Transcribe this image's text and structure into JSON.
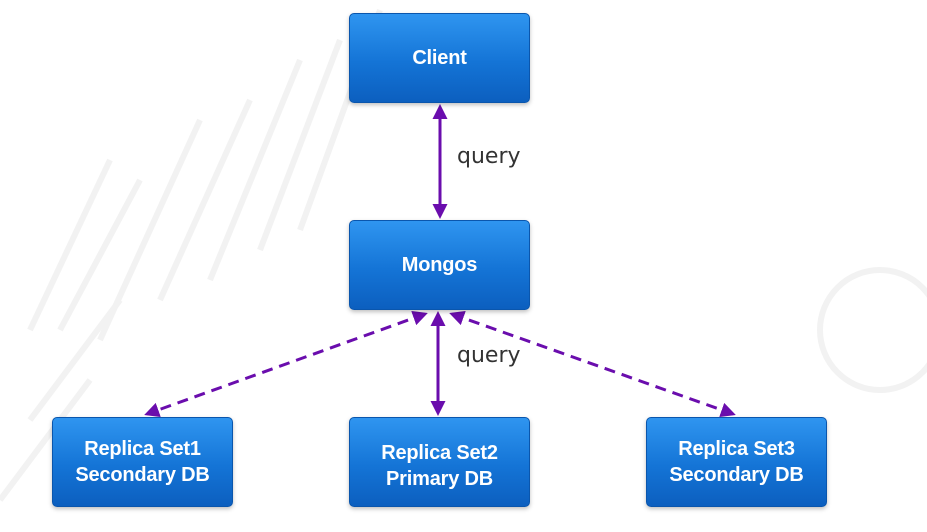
{
  "diagram": {
    "nodes": {
      "client": {
        "lines": [
          "Client"
        ]
      },
      "mongos": {
        "lines": [
          "Mongos"
        ]
      },
      "rs1": {
        "lines": [
          "Replica Set1",
          "Secondary DB"
        ]
      },
      "rs2": {
        "lines": [
          "Replica Set2",
          "Primary DB"
        ]
      },
      "rs3": {
        "lines": [
          "Replica Set3",
          "Secondary DB"
        ]
      }
    },
    "edges": [
      {
        "from": "client",
        "to": "mongos",
        "style": "solid",
        "bidirectional": true,
        "label": "query"
      },
      {
        "from": "mongos",
        "to": "rs1",
        "style": "dashed",
        "bidirectional": true
      },
      {
        "from": "mongos",
        "to": "rs2",
        "style": "solid",
        "bidirectional": true,
        "label": "query"
      },
      {
        "from": "mongos",
        "to": "rs3",
        "style": "dashed",
        "bidirectional": true
      }
    ]
  },
  "colors": {
    "node_fill": "#1474d6",
    "node_text": "#ffffff",
    "edge": "#6a0dad",
    "label_text": "#333333"
  }
}
